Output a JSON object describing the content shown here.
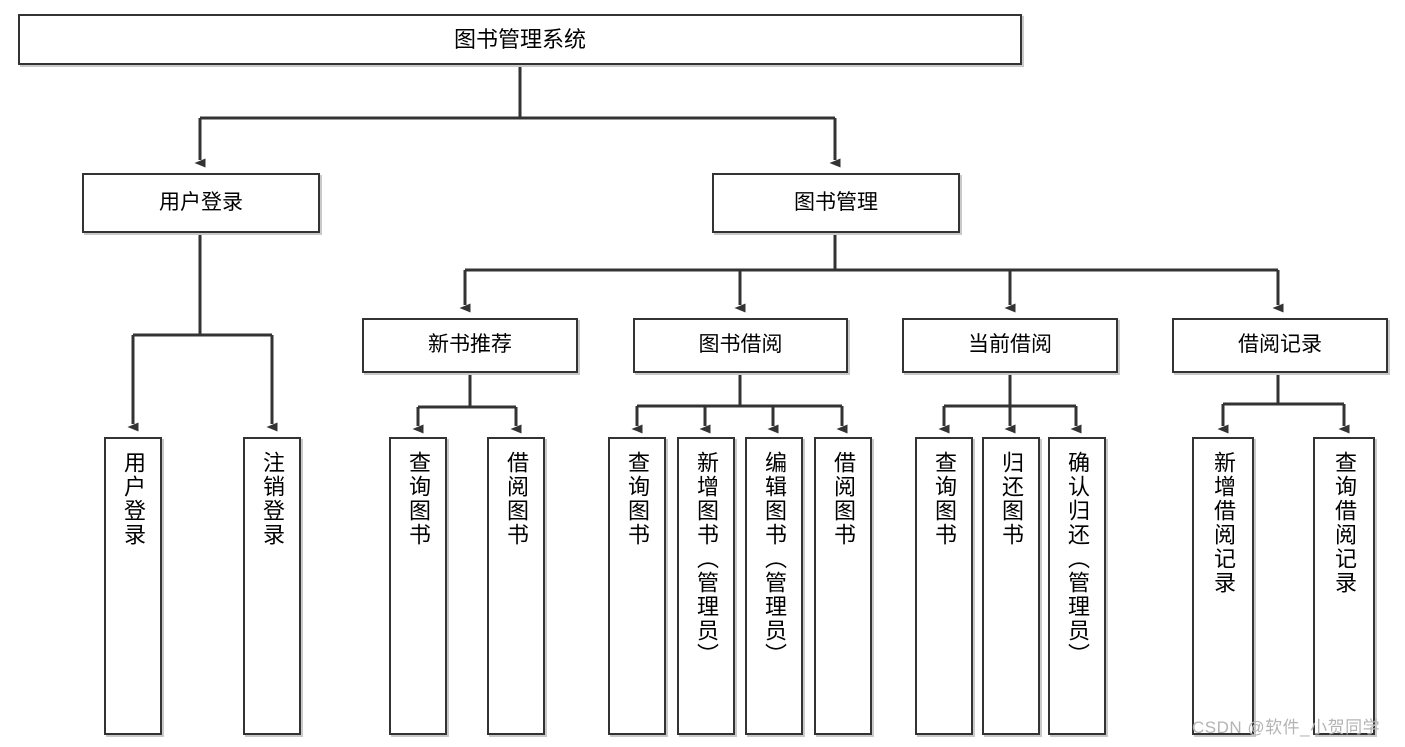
{
  "diagram": {
    "title": "图书管理系统",
    "type": "function-structure-tree",
    "watermark": "CSDN @软件_小贺同学",
    "colors": {
      "stroke": "#333333",
      "fill": "#ffffff",
      "shadow": "#c9c9c9",
      "watermark": "#b4b4b4"
    },
    "nodes": {
      "root": {
        "label": "图书管理系统"
      },
      "level2": [
        {
          "id": "user-login",
          "label": "用户登录"
        },
        {
          "id": "book-management",
          "label": "图书管理"
        }
      ],
      "level3": [
        {
          "id": "new-book-recommend",
          "label": "新书推荐"
        },
        {
          "id": "book-borrow",
          "label": "图书借阅"
        },
        {
          "id": "current-borrow",
          "label": "当前借阅"
        },
        {
          "id": "borrow-record",
          "label": "借阅记录"
        }
      ],
      "leaves": {
        "user_login": [
          {
            "id": "leaf-user-login",
            "label": "用户登录"
          },
          {
            "id": "leaf-logout",
            "label": "注销登录"
          }
        ],
        "new_book_recommend": [
          {
            "id": "leaf-query-book-1",
            "label": "查询图书"
          },
          {
            "id": "leaf-borrow-book-1",
            "label": "借阅图书"
          }
        ],
        "book_borrow": [
          {
            "id": "leaf-query-book-2",
            "label": "查询图书"
          },
          {
            "id": "leaf-add-book",
            "label": "新增图书（管理员）"
          },
          {
            "id": "leaf-edit-book",
            "label": "编辑图书（管理员）"
          },
          {
            "id": "leaf-borrow-book-2",
            "label": "借阅图书"
          }
        ],
        "current_borrow": [
          {
            "id": "leaf-query-book-3",
            "label": "查询图书"
          },
          {
            "id": "leaf-return-book",
            "label": "归还图书"
          },
          {
            "id": "leaf-confirm-return",
            "label": "确认归还（管理员）"
          }
        ],
        "borrow_record": [
          {
            "id": "leaf-add-record",
            "label": "新增借阅记录"
          },
          {
            "id": "leaf-query-record",
            "label": "查询借阅记录"
          }
        ]
      }
    }
  }
}
